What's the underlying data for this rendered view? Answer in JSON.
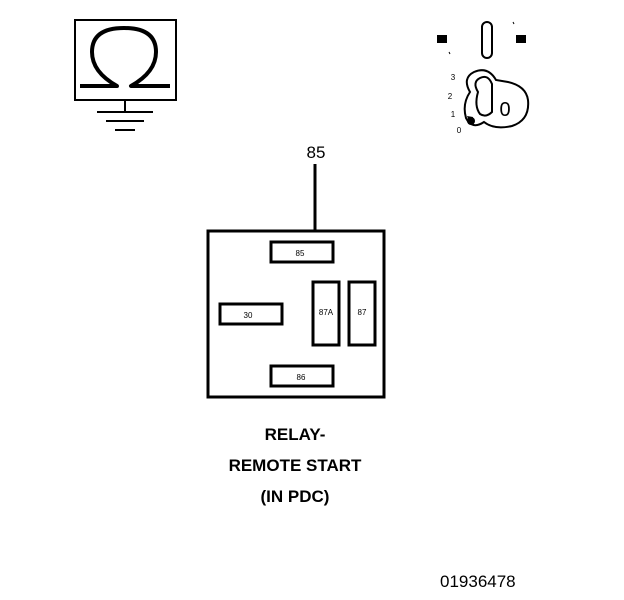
{
  "caption": {
    "line1": "RELAY-",
    "line2": "REMOTE START",
    "line3": "(IN PDC)"
  },
  "figure_id": "01936478",
  "pin_callout": "85",
  "relay_pins": {
    "pin85": "85",
    "pin30": "30",
    "pin87a": "87A",
    "pin87": "87",
    "pin86": "86"
  },
  "ignition_positions": {
    "p3": "3",
    "p2": "2",
    "p1": "1",
    "p0": "0"
  },
  "key_label": "0",
  "icons": {
    "ohmmeter": "ohm-symbol-meter-icon",
    "ground": "ground-icon",
    "ignition": "ignition-key-switch-icon"
  }
}
